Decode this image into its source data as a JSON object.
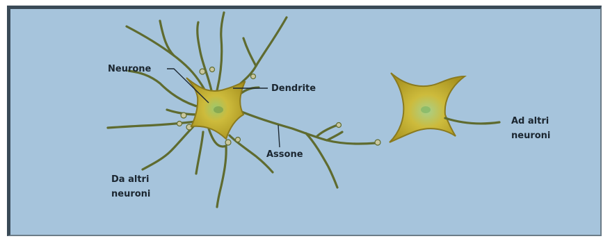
{
  "labels": {
    "neuron": "Neurone",
    "dendrite": "Dendrite",
    "axon": "Assone",
    "from_others_line1": "Da altri",
    "from_others_line2": "neuroni",
    "to_others_line1": "Ad altri",
    "to_others_line2": "neuroni"
  },
  "colors": {
    "background": "#a6c4dc",
    "frame_dark": "#3a4a57",
    "fiber": "#5f6b2f",
    "cell_body": "#c9b53a",
    "cell_edge": "#8a7a1e",
    "nucleus": "#8fbf6a",
    "label_text": "#1b2630"
  }
}
